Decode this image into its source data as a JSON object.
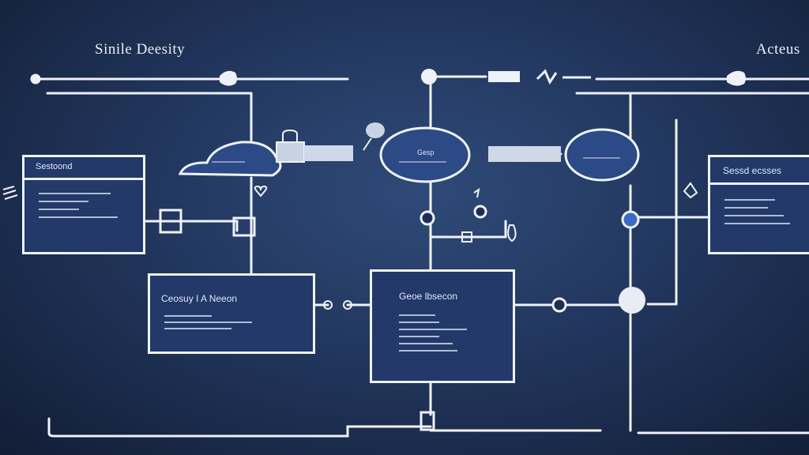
{
  "labels": {
    "top_left": "Sinile Deesity",
    "top_right": "Acteus"
  },
  "boxes": {
    "left": {
      "title": "Sestoond"
    },
    "right": {
      "title": "Sessd ecsses"
    },
    "center_left": {
      "title": "Ceosuy I A Neeon"
    },
    "center": {
      "title": "Geoe lbsecon"
    }
  },
  "nodes": {
    "cloud_left": "",
    "pill_center": "Gesp",
    "pill_right": ""
  },
  "icons": [
    "lock-icon",
    "key-icon",
    "bulb-icon",
    "heart-icon",
    "dash-plug-icon",
    "location-pin-icon",
    "flask-icon",
    "stack-icon",
    "shield-icon",
    "globe-icon"
  ]
}
